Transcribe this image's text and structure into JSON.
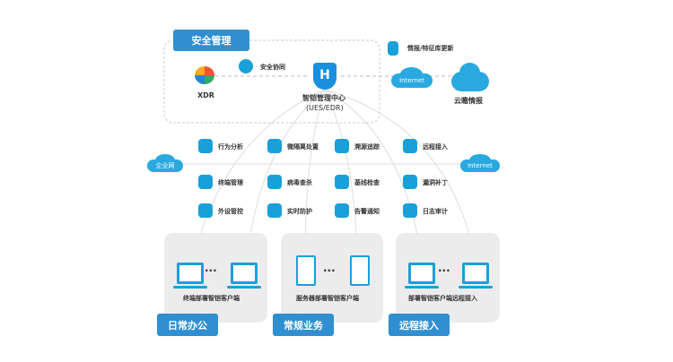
{
  "security_mgmt": {
    "title": "安全管理",
    "xdr": "XDR",
    "collab": "安全协同",
    "center": "智铠管理中心",
    "center_sub": "(UES/EDR)"
  },
  "cloud": {
    "update": "情报/特征库更新",
    "internet": "Internet",
    "intel": "云瞻情报"
  },
  "network": {
    "left": "企业网",
    "right": "Internet"
  },
  "features": [
    "行为分析",
    "微隔离处置",
    "溯源追踪",
    "远程接入",
    "终端管理",
    "病毒查杀",
    "基线检查",
    "漏洞补丁",
    "外设管控",
    "实时防护",
    "告警通知",
    "日志审计"
  ],
  "groups": [
    {
      "caption": "终端部署智铠客户端",
      "tag": "日常办公"
    },
    {
      "caption": "服务器部署智铠客户端",
      "tag": "常规业务"
    },
    {
      "caption": "部署智铠客户端远程接入",
      "tag": "远程接入"
    }
  ],
  "ellipsis": "···",
  "colors": {
    "accent": "#2f8fd0",
    "icon": "#1aa0d8"
  }
}
